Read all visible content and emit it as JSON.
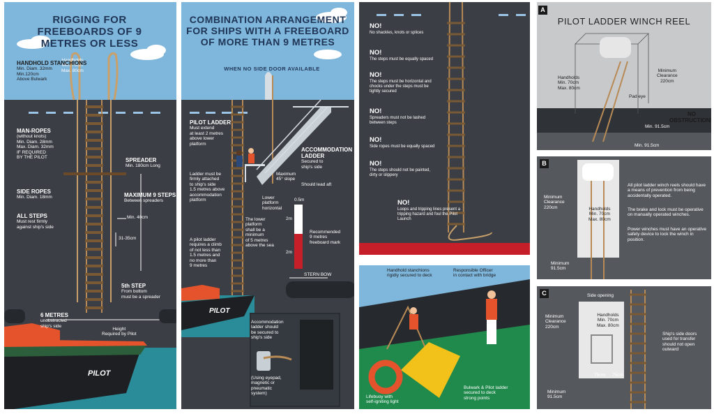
{
  "panel1": {
    "title": "RIGGING FOR FREEBOARDS OF 9 METRES OR LESS",
    "handholds_head": "Handholds",
    "handholds_min": "Min. 70cm",
    "handholds_max": "Max. 80cm",
    "stanchions_head": "HANDHOLD STANCHIONS",
    "stanchions_1": "Min. Diam. 32mm",
    "stanchions_2": "Min.120cm",
    "stanchions_3": "Above Bulwark",
    "manropes_head": "MAN-ROPES",
    "manropes_1": "(without knots)",
    "manropes_2": "Min. Diam. 28mm",
    "manropes_3": "Max. Diam. 32mm",
    "manropes_4": "IF REQUIRED",
    "manropes_5": "BY THE PILOT",
    "spreader_head": "SPREADER",
    "spreader_1": "Min. 180cm Long",
    "siderope_head": "SIDE ROPES",
    "siderope_1": "Min. Diam. 18mm",
    "maxsteps_head": "MAXIMUM 9 STEPS",
    "maxsteps_1": "Between spreaders",
    "allsteps_head": "ALL STEPS",
    "allsteps_1": "Must rest firmly",
    "allsteps_2": "against ship's side",
    "min40": "Min. 40cm",
    "spacing": "31-35cm",
    "fifth_head": "5th STEP",
    "fifth_1": "From bottom",
    "fifth_2": "must be a spreader",
    "sixm_head": "6 METRES",
    "sixm_1": "unobstructed",
    "sixm_2": "ship's side",
    "height_1": "Height",
    "height_2": "Required by Pilot",
    "boat": "PILOT"
  },
  "panel2": {
    "title": "COMBINATION ARRANGEMENT FOR SHIPS WITH A FREEBOARD OF MORE THAN 9 METRES",
    "subtitle": "WHEN NO SIDE DOOR AVAILABLE",
    "pl_head": "PILOT LADDER",
    "pl_1": "Must extend",
    "pl_2": "at least 2 metres",
    "pl_3": "above lower",
    "pl_4": "platform",
    "acc_head": "ACCOMMODATION LADDER",
    "acc_1": "Secured to",
    "acc_2": "ship's side",
    "firm_1": "Ladder must be",
    "firm_2": "firmly attached",
    "firm_3": "to ship's side",
    "firm_4": "1.5 metres above",
    "firm_5": "accommodation",
    "firm_6": "platform",
    "max45_1": "Maximum",
    "max45_2": "45° slope",
    "lead": "Should lead aft",
    "lower_1": "Lower",
    "lower_2": "platform",
    "lower_3": "horizontal",
    "half": "0.5m",
    "two_a": "2m",
    "two_b": "2m",
    "rec_1": "Recommended",
    "rec_2": "9 metres",
    "rec_3": "freeboard mark",
    "lp_1": "The lower",
    "lp_2": "platform",
    "lp_3": "shall be a",
    "lp_4": "minimum",
    "lp_5": "of 5 metres",
    "lp_6": "above the sea",
    "climb_1": "A pilot ladder",
    "climb_2": "requires a climb",
    "climb_3": "of not less than",
    "climb_4": "1.5 metres and",
    "climb_5": "no more than",
    "climb_6": "9 metres",
    "stern_bow": "STERN  BOW",
    "secured_1": "Accommodation",
    "secured_2": "ladder should",
    "secured_3": "be secured to",
    "secured_4": "ship's side",
    "using_1": "(Using eyepad,",
    "using_2": "magnetic or",
    "using_3": "pneumatic",
    "using_4": "system)",
    "boat": "PILOT"
  },
  "panel3": {
    "no": "NO!",
    "w1": "No shackles, knots or splices",
    "w2": "The steps must be equally spaced",
    "w3": "The steps must be horizontal and chocks under the steps must be tightly secured",
    "w4": "Spreaders must not be lashed between steps",
    "w5": "Side ropes must be equally spaced",
    "w6": "The steps should not be painted, dirty or slippery",
    "w7": "Loops and tripping lines present a tripping hazard and foul the Pilot Launch"
  },
  "panel4": {
    "stanchions_1": "Handhold stanchions",
    "stanchions_2": "rigidly secured to deck",
    "officer_1": "Responsible Officer",
    "officer_2": "in contact with bridge",
    "lifebuoy_1": "Lifebuoy with",
    "lifebuoy_2": "self-igniting light",
    "bulwark_1": "Bulwark & Pilot ladder",
    "bulwark_2": "secured to deck",
    "bulwark_3": "strong points"
  },
  "panelA": {
    "tag": "A",
    "title": "PILOT LADDER WINCH REEL",
    "handholds_1": "Handholds",
    "handholds_2": "Min. 70cm",
    "handholds_3": "Max. 80cm",
    "clear_1": "Minimum",
    "clear_2": "Clearance",
    "clear_3": "220cm",
    "padeye": "Pad eye",
    "noobs_1": "NO",
    "noobs_2": "OBSTRUCTIONS",
    "min915a": "Min. 91.5cm",
    "min915b": "Min. 91.5cm"
  },
  "panelB": {
    "tag": "B",
    "clear_1": "Minimum",
    "clear_2": "Clearance",
    "clear_3": "220cm",
    "hh_1": "Handholds",
    "hh_2": "Min. 70cm",
    "hh_3": "Max. 80cm",
    "min_1": "Minimum",
    "min_2": "91.5cm",
    "t1": "All pilot ladder winch reels should have a means of prevention from being accidentally operated.",
    "t2": "The brake and lock must be operative on manually operated winches.",
    "t3": "Power winches must have an operative safety device to lock the winch in position."
  },
  "panelC": {
    "tag": "C",
    "side_opening": "Side opening",
    "clear_1": "Minimum",
    "clear_2": "Clearance",
    "clear_3": "220cm",
    "hh_1": "Handholds",
    "hh_2": "Min. 70cm",
    "hh_3": "Max. 80cm",
    "c75a": "75cm",
    "c75b": "75cm",
    "min_1": "Minimum",
    "min_2": "91.5cm",
    "doors_1": "Ship's side doors",
    "doors_2": "used for transfer",
    "doors_3": "should not open",
    "doors_4": "outward"
  },
  "colors": {
    "sky": "#7fb6dc",
    "hull": "#3b3f45",
    "title": "#1f3556",
    "rope": "#b88a55",
    "boat": "#e5532c",
    "freeboard_red": "#c61f2a"
  }
}
